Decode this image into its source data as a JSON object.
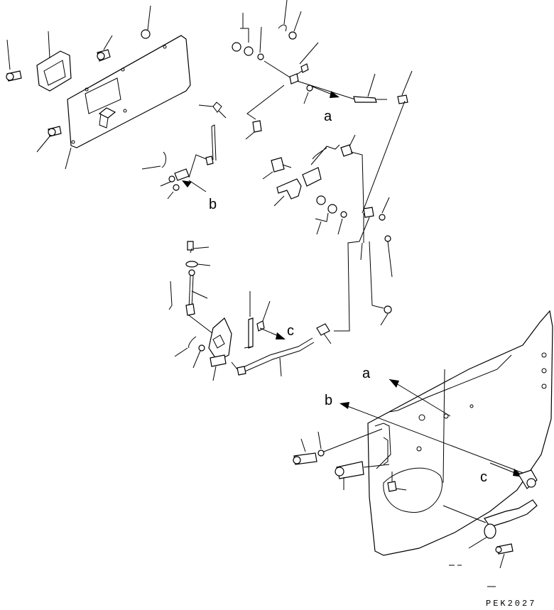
{
  "labels": {
    "a_top": "a",
    "b_top": "b",
    "c_top": "c",
    "a_bottom": "a",
    "b_bottom": "b",
    "c_bottom": "c"
  },
  "drawing_code": "PEK2027"
}
